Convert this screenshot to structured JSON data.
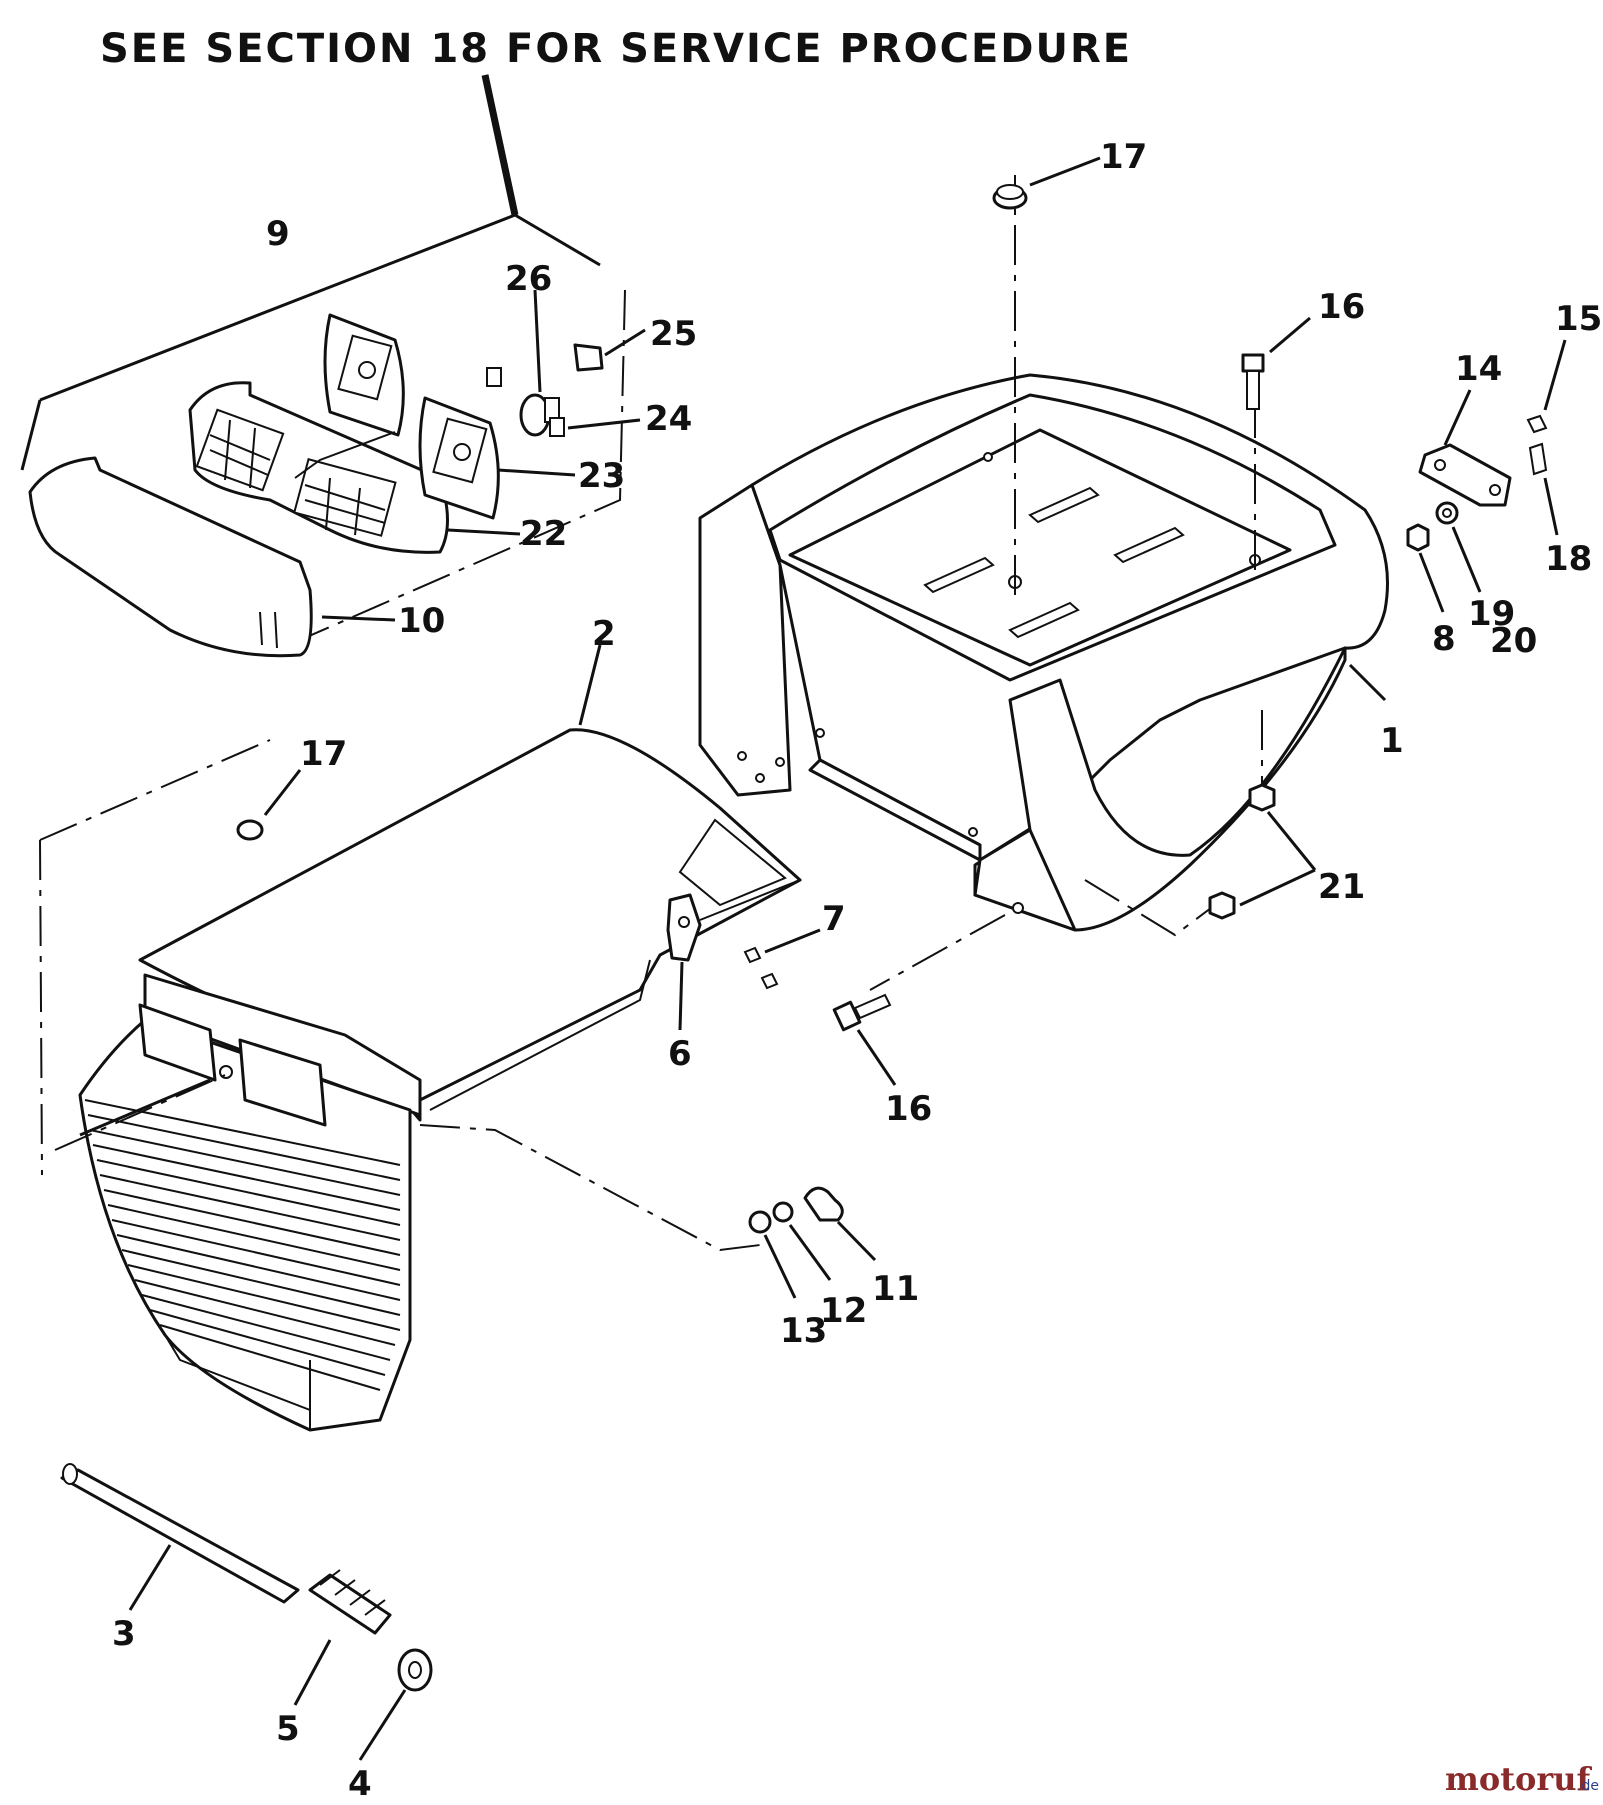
{
  "heading": "SEE SECTION 18 FOR SERVICE PROCEDURE",
  "callouts": {
    "c1": "1",
    "c2": "2",
    "c3": "3",
    "c4": "4",
    "c5": "5",
    "c6": "6",
    "c7": "7",
    "c8": "8",
    "c9": "9",
    "c10": "10",
    "c11": "11",
    "c12": "12",
    "c13": "13",
    "c14": "14",
    "c15": "15",
    "c16a": "16",
    "c16b": "16",
    "c17a": "17",
    "c17b": "17",
    "c18": "18",
    "c19": "19",
    "c20": "20",
    "c21": "21",
    "c22": "22",
    "c23": "23",
    "c24": "24",
    "c25": "25",
    "c26": "26"
  },
  "watermark": {
    "name": "motoruf",
    "suffix": ".de",
    "accent": "#8a2b2b",
    "secondary": "#2a3f8a"
  }
}
